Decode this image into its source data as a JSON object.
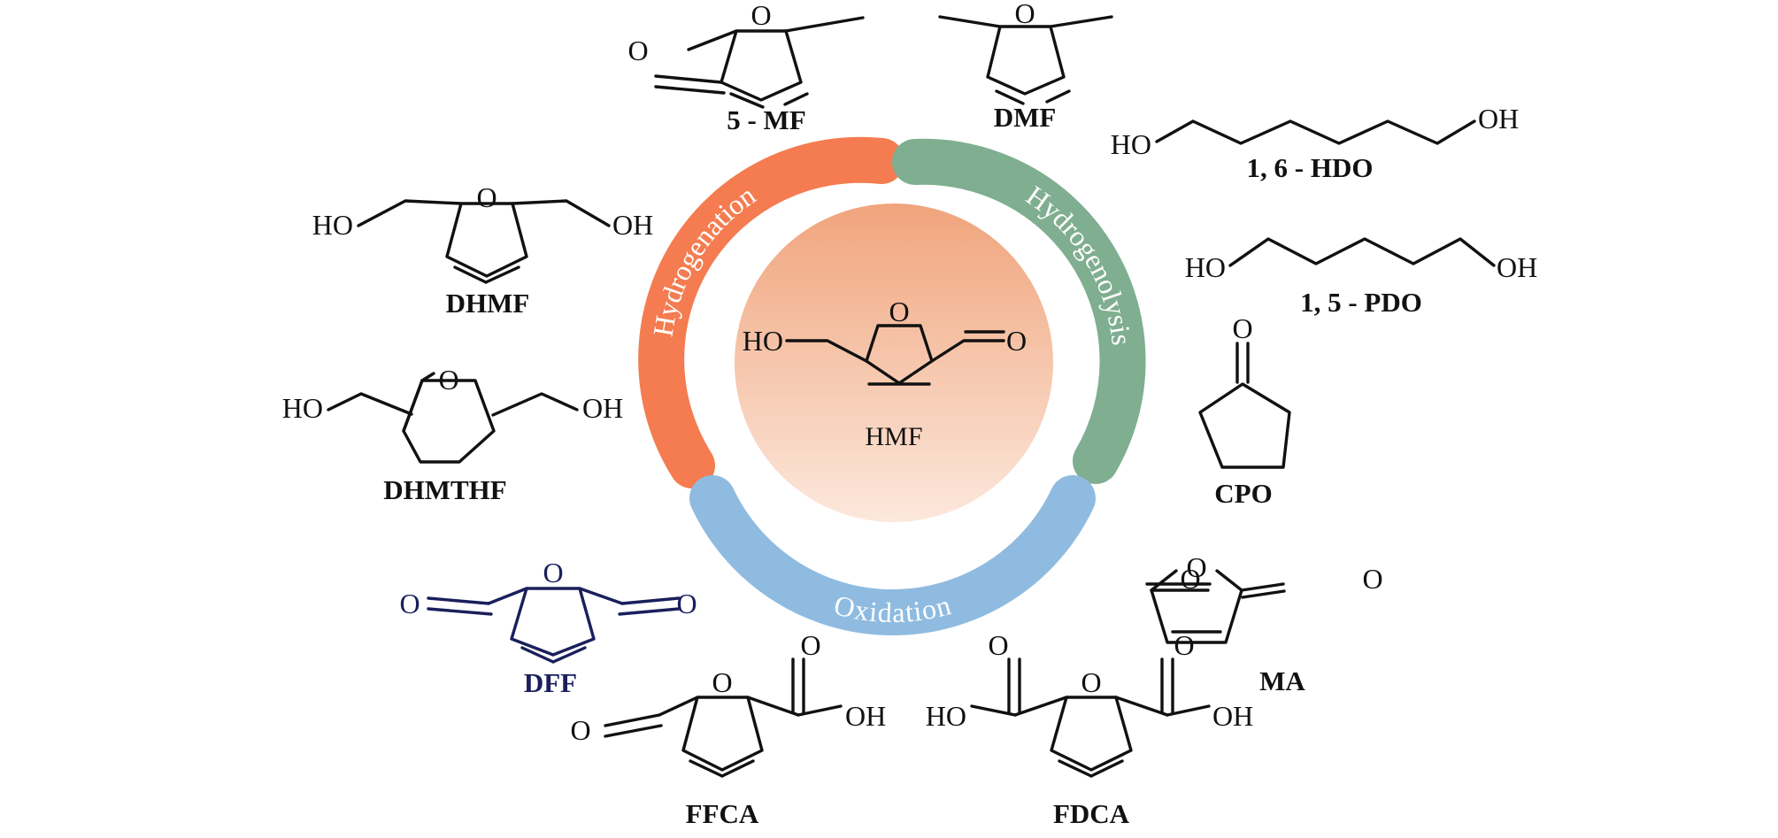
{
  "center": {
    "label": "HMF"
  },
  "arcs": {
    "hydrogenation": {
      "label": "Hydrogenation",
      "color": "#f47c50"
    },
    "hydrogenolysis": {
      "label": "Hydrogenolysis",
      "color": "#7fae90"
    },
    "oxidation": {
      "label": "Oxidation",
      "color": "#8fbbe0"
    }
  },
  "compounds": {
    "mf5": "5 - MF",
    "dmf": "DMF",
    "hdo16": "1, 6 - HDO",
    "pdo15": "1, 5 - PDO",
    "cpo": "CPO",
    "ma": "MA",
    "fdca": "FDCA",
    "ffca": "FFCA",
    "dff": "DFF",
    "dhmthf": "DHMTHF",
    "dhmf": "DHMF"
  },
  "atoms": {
    "oxygen": "O",
    "hydroxyl": "OH",
    "hydroxyl_left": "HO"
  },
  "colors": {
    "dff": "#1a1f5c",
    "center_top": "#f0a47c",
    "center_bottom": "#fbe9de"
  }
}
